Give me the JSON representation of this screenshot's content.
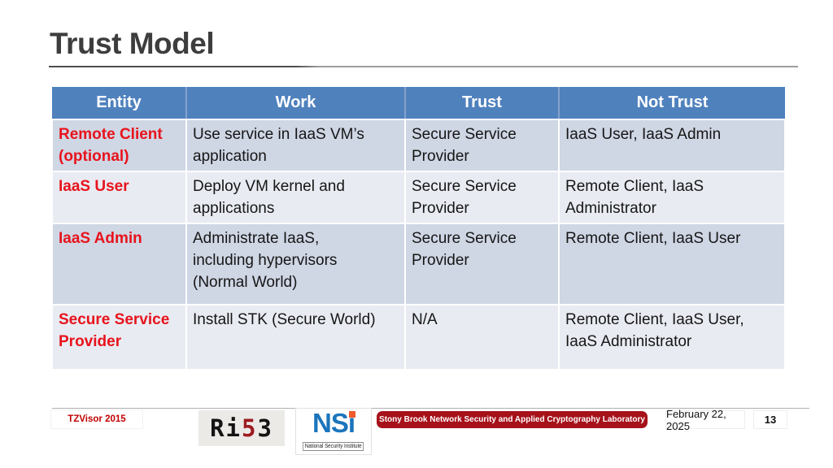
{
  "slide": {
    "title": "Trust Model"
  },
  "table": {
    "headers": [
      "Entity",
      "Work",
      "Trust",
      "Not Trust"
    ],
    "rows": [
      {
        "entity": "Remote Client\n(optional)",
        "work": "Use service in IaaS VM’s\napplication",
        "trust": "Secure Service\nProvider",
        "not_trust": "IaaS User, IaaS Admin"
      },
      {
        "entity": "IaaS User",
        "work": "Deploy VM kernel and\napplications",
        "trust": "Secure Service\nProvider",
        "not_trust": "Remote Client, IaaS\nAdministrator"
      },
      {
        "entity": "IaaS Admin",
        "work": "Administrate IaaS,\nincluding hypervisors\n(Normal World)",
        "trust": "Secure Service\nProvider",
        "not_trust": "Remote Client, IaaS User"
      },
      {
        "entity": "Secure Service\nProvider",
        "work": "Install STK (Secure World)",
        "trust": "N/A",
        "not_trust": "Remote Client, IaaS User,\nIaaS Administrator"
      }
    ]
  },
  "footer": {
    "project_label": "TZVisor 2015",
    "ris3_logo_letters": [
      "R",
      "i",
      "5",
      "3"
    ],
    "nsi_logo_ns": "NS",
    "nsi_logo_i": "ı",
    "nsi_subtext": "National Security Institute",
    "lab_banner": "Stony Brook Network Security and Applied Cryptography Laboratory",
    "date": "February 22, 2025",
    "page_number": "13"
  },
  "colors": {
    "header_bg": "#4f81bd",
    "row_band_dark": "#cfd6e4",
    "row_band_light": "#e9ebf2",
    "entity_red": "#e8131c",
    "title_gray": "#3d3d3d",
    "banner_red": "#a6111a",
    "footer_label_red": "#c00000",
    "nsi_blue": "#1b75bc",
    "nsi_orange": "#f15a29",
    "ris3_red": "#9c1b20"
  }
}
